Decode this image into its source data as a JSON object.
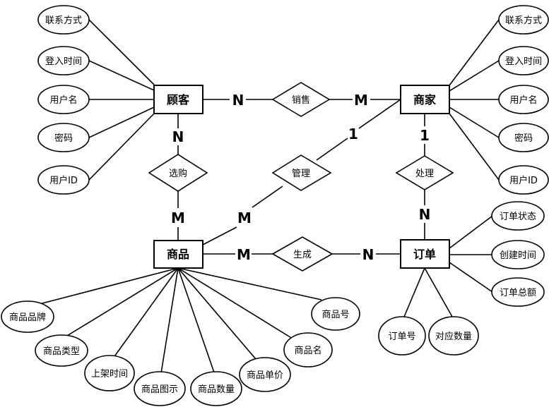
{
  "entities": {
    "customer": "顾客",
    "merchant": "商家",
    "product": "商品",
    "order": "订单"
  },
  "relationships": {
    "sell": "销售",
    "buy": "选购",
    "manage": "管理",
    "handle": "处理",
    "generate": "生成"
  },
  "cardinalities": {
    "sell_customer": "N",
    "sell_merchant": "M",
    "buy_customer": "N",
    "buy_product": "M",
    "manage_merchant": "1",
    "manage_product": "M",
    "handle_merchant": "1",
    "handle_order": "N",
    "generate_product": "M",
    "generate_order": "N"
  },
  "customer_attributes": {
    "contact": "联系方式",
    "login_time": "登入时间",
    "username": "用户名",
    "password": "密码",
    "user_id": "用户ID"
  },
  "merchant_attributes": {
    "contact": "联系方式",
    "login_time": "登入时间",
    "username": "用户名",
    "password": "密码",
    "user_id": "用户ID"
  },
  "product_attributes": {
    "brand": "商品品牌",
    "type": "商品类型",
    "listing_time": "上架时间",
    "image": "商品图示",
    "quantity": "商品数量",
    "unit_price": "商品单价",
    "name": "商品名",
    "number": "商品号"
  },
  "order_attributes": {
    "status": "订单状态",
    "created_time": "创建时间",
    "total": "订单总额",
    "order_no": "订单号",
    "quantity": "对应数量"
  }
}
